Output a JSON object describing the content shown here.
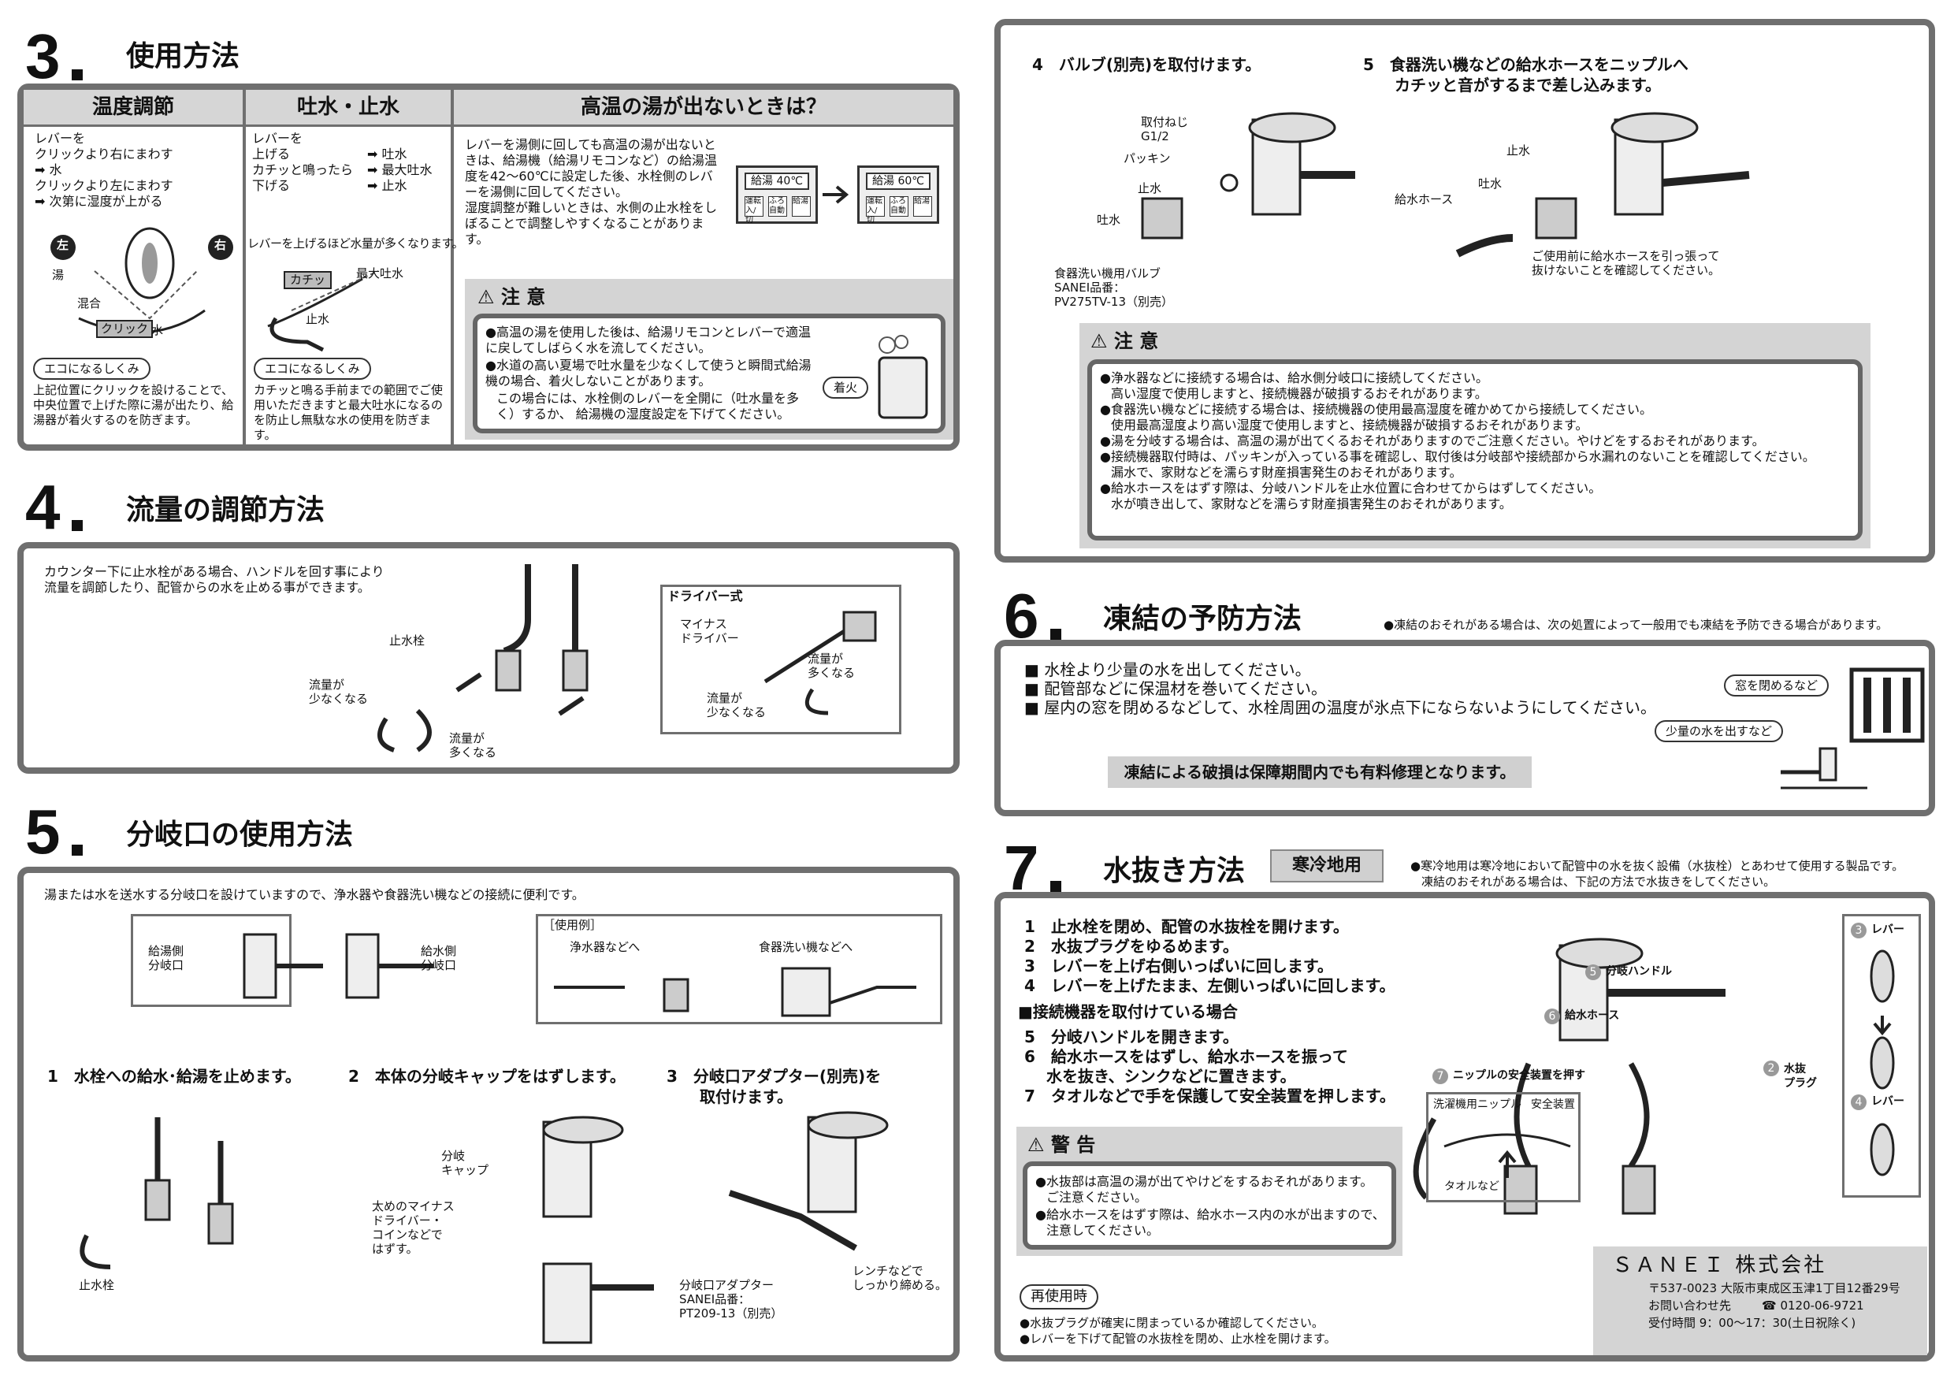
{
  "s3": {
    "num": "3",
    "title": "使用方法",
    "col1": {
      "head": "温度調節",
      "text": "レバーを\nクリックより右にまわす\n➡ 水\nクリックより左にまわす\n➡ 次第に湿度が上がる",
      "left": "左",
      "right": "右",
      "hot": "湯",
      "mix": "混合",
      "click": "クリック",
      "water": "水",
      "eco": "エコになるしくみ",
      "eco_text": "上記位置にクリックを設けることで、中央位置で上げた際に湯が出たり、給湯器が着火するのを防ぎます。"
    },
    "col2": {
      "head": "吐水・止水",
      "l1": "レバーを",
      "l2": "上げる",
      "l3": "カチッと鳴ったら",
      "l4": "下げる",
      "r2": "➡ 吐水",
      "r3": "➡ 最大吐水",
      "r4": "➡ 止水",
      "note": "レバーを上げるほど水量が多くなります。",
      "kachi": "カチッ",
      "max": "最大吐水",
      "stop": "止水",
      "eco": "エコになるしくみ",
      "eco_text": "カチッと鳴る手前までの範囲でご使用いただきますと最大吐水になるのを防止し無駄な水の使用を防ぎます。"
    },
    "col3": {
      "head": "高温の湯が出ないときは？",
      "text": "レバーを湯側に回しても高温の湯が出ないときは、給湯機（給湯リモコンなど）の給湯温度を42～60℃に設定した後、水栓側のレバーを湯側に回してください。\n湿度調整が難しいときは、水側の止水栓をしぼることで調整しやすくなることがあります。",
      "remote1": "給湯 40℃",
      "remote2": "給湯 60℃",
      "btn_a": "運転入/切",
      "btn_b": "ふろ自動",
      "btn_c": "給湯",
      "caution": "注 意",
      "c1": "●高温の湯を使用した後は、給湯リモコンとレバーで適温に戻してしばらく水を流してください。",
      "c2": "●水道の高い夏場で吐水量を少なくして使うと瞬間式給湯機の場合、着火しないことがあります。",
      "c3": "この場合には、水栓側のレバーを全開に（吐水量を多く）するか、 給湯機の湿度設定を下げてください。",
      "ignite": "着火"
    }
  },
  "s4": {
    "num": "4",
    "title": "流量の調節方法",
    "text": "カウンター下に止水栓がある場合、ハンドルを回す事により\n流量を調節したり、配管からの水を止める事ができます。",
    "valve": "止水栓",
    "less": "流量が\n少なくなる",
    "more": "流量が\n多くなる",
    "driver_title": "ドライバー式",
    "driver": "マイナス\nドライバー",
    "d_more": "流量が\n多くなる",
    "d_less": "流量が\n少なくなる"
  },
  "s5": {
    "num": "5",
    "title": "分岐口の使用方法",
    "text": "湯または水を送水する分岐口を設けていますので、浄水器や食器洗い機などの接続に便利です。",
    "hot_port": "給湯側\n分岐口",
    "cold_port": "給水側\n分岐口",
    "example": "［使用例］",
    "ex1": "浄水器などへ",
    "ex2": "食器洗い機などへ",
    "step1": "1　水栓への給水･給湯を止めます。",
    "step2": "2　本体の分岐キャップをはずします。",
    "step3a": "3　分岐口アダプター(別売)を",
    "step3b": "取付けます。",
    "valve": "止水栓",
    "cap": "分岐\nキャップ",
    "coin": "太めのマイナス\nドライバー・\nコインなどで\nはずす。",
    "adapter": "分岐口アダプター\nSANEI品番：\nPT209-13（別売）",
    "wrench": "レンチなどで\nしっかり締める。"
  },
  "tr": {
    "step4": "4　バルブ(別売)を取付けます。",
    "step5a": "5　食器洗い機などの給水ホースをニップルへ",
    "step5b": "カチッと音がするまで差し込みます。",
    "screw": "取付ねじ\nG1/2",
    "packing": "パッキン",
    "stop": "止水",
    "spout": "吐水",
    "valve_name": "食器洗い機用バルブ\nSANEI品番：\nPV275TV-13（別売）",
    "hose": "給水ホース",
    "stop2": "止水",
    "spout2": "吐水",
    "confirm": "ご使用前に給水ホースを引っ張って\n抜けないことを確認してください。",
    "caution": "注 意",
    "c1": "●浄水器などに接続する場合は、給水側分岐口に接続してください。",
    "c1b": "高い湿度で使用しますと、接続機器が破損するおそれがあります。",
    "c2": "●食器洗い機などに接続する場合は、接続機器の使用最高湿度を確かめてから接続してください。",
    "c2b": "使用最高湿度より高い湿度で使用しますと、接続機器が破損するおそれがあります。",
    "c3": "●湯を分岐する場合は、高温の湯が出てくるおそれがありますのでご注意ください。やけどをするおそれがあります。",
    "c4": "●接続機器取付時は、パッキンが入っている事を確認し、取付後は分岐部や接続部から水漏れのないことを確認してください。",
    "c4b": "漏水で、家財などを濡らす財産損害発生のおそれがあります。",
    "c5": "●給水ホースをはずす際は、分岐ハンドルを止水位置に合わせてからはずしてください。",
    "c5b": "水が噴き出して、家財などを濡らす財産損害発生のおそれがあります。"
  },
  "s6": {
    "num": "6",
    "title": "凍結の予防方法",
    "note": "●凍結のおそれがある場合は、次の処置によって一般用でも凍結を予防できる場合があります。",
    "i1": "■ 水栓より少量の水を出してください。",
    "i2": "■ 配管部などに保温材を巻いてください。",
    "i3": "■ 屋内の窓を閉めるなどして、水栓周囲の温度が氷点下にならないようにしてください。",
    "warn": "凍結による破損は保障期間内でも有料修理となります。",
    "window": "窓を閉めるなど",
    "little": "少量の水を出すなど"
  },
  "s7": {
    "num": "7",
    "title": "水抜き方法",
    "tag": "寒冷地用",
    "note1": "●寒冷地用は寒冷地において配管中の水を抜く設備（水抜栓）とあわせて使用する製品です。",
    "note2": "凍結のおそれがある場合は、下記の方法で水抜きをしてください。",
    "st1": "1　止水栓を閉め、配管の水抜栓を開けます。",
    "st2": "2　水抜プラグをゆるめます。",
    "st3": "3　レバーを上げ右側いっぱいに回します。",
    "st4": "4　レバーを上げたまま、左側いっぱいに回します。",
    "sub": "■接続機器を取付けている場合",
    "st5": "5　分岐ハンドルを開きます。",
    "st6a": "6　給水ホースをはずし、給水ホースを振って",
    "st6b": "水を抜き、シンクなどに置きます。",
    "st7": "7　タオルなどで手を保護して安全装置を押します。",
    "warning": "警 告",
    "w1": "●水抜部は高温の湯が出てやけどをするおそれがあります。",
    "w1b": "ご注意ください。",
    "w2": "●給水ホースをはずす際は、給水ホース内の水が出ますので、",
    "w2b": "注意してください。",
    "reuse": "再使用時",
    "r1": "●水抜プラグが確実に閉まっているか確認してください。",
    "r2": "●レバーを下げて配管の水抜栓を閉め、止水栓を開けます。",
    "d_handle": "分岐ハンドル",
    "d_hose": "給水ホース",
    "d_nipple": "ニップルの安全装置を押す",
    "d_nip2": "洗濯機用ニップル",
    "d_safe": "安全装置",
    "d_towel": "タオルなど",
    "d_plug": "水抜\nプラグ",
    "d_lever3": "レバー",
    "d_lever4": "レバー",
    "n5": "5",
    "n6": "6",
    "n7": "7",
    "n2": "2",
    "n3": "3",
    "n4": "4"
  },
  "company": {
    "name": "ＳＡＮＥＩ 株式会社",
    "addr": "〒537-0023 大阪市東成区玉津1丁目12番29号",
    "contact": "お問い合わせ先",
    "tel": "☎ 0120-06-9721",
    "hours": "受付時間 9：00～17：30(土日祝除く)"
  }
}
